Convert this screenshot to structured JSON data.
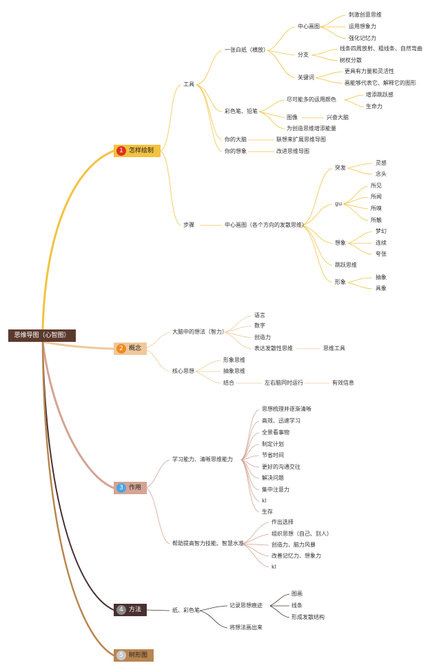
{
  "root": "思维导图（心智图）",
  "branches": [
    {
      "num": "1",
      "label": "怎样绘制",
      "box": "#f3c241",
      "circle": "#e0321e"
    },
    {
      "num": "2",
      "label": "概念",
      "box": "#f0c89a",
      "circle": "#f08a1e"
    },
    {
      "num": "3",
      "label": "作用",
      "box": "#d4a494",
      "circle": "#4aa6e0"
    },
    {
      "num": "4",
      "label": "方法",
      "box": "#4a3030",
      "circle": "#8a8a8a"
    },
    {
      "num": "5",
      "label": "树形图",
      "box": "#b98550",
      "circle": "#c8c8c8"
    }
  ],
  "b1": {
    "tool": "工具",
    "paper": "一张白纸（横放）",
    "center": "中心画图",
    "c1": "刺激创意思维",
    "c2": "运用想象力",
    "c3": "强化记忆力",
    "branch": "分支",
    "br1": "线条四周放射、粗线条、自然弯曲",
    "br2": "树杈分散",
    "keyword": "关键词",
    "k1": "更具有力量和灵活性",
    "k2": "画能够代表它、解释它的图形",
    "pen": "彩色笔、铅笔",
    "color": "尽可能多的运用颜色",
    "col1": "增添跳跃感",
    "col2": "生命力",
    "image": "图像",
    "excite": "兴奋大脑",
    "add": "为创造思维增添能量",
    "brain": "你的大脑",
    "brainx": "联想来扩展思维导图",
    "imagine": "你的想象",
    "imaginex": "改进思维导图",
    "step": "步骤",
    "stepc": "中心画图（各个方向的发散思维）",
    "burst": "突发",
    "bu1": "灵感",
    "bu2": "念头",
    "gu": "gu",
    "g1": "所见",
    "g2": "所闻",
    "g3": "所嗅",
    "g4": "所触",
    "thinkimg": "想象",
    "t1": "梦幻",
    "t2": "连续",
    "t3": "夸张",
    "jump": "跳跃思维",
    "shape": "形象",
    "s1": "抽象",
    "s2": "具象"
  },
  "b2": {
    "idea": "大脑中的想法（智力）",
    "i1": "语言",
    "i2": "数字",
    "i3": "创造力",
    "i4": "表达发散性思维",
    "i4x": "思维工具",
    "core": "核心思想",
    "co1": "形象思维",
    "co2": "抽象思维",
    "co3": "结合",
    "co3a": "左右脑同时运行",
    "co3b": "有效信息"
  },
  "b3": {
    "learn": "学习能力、清晰思维能力",
    "l1": "思想梳理并逐渐清晰",
    "l2": "高效、迅速学习",
    "l3": "全景看事物",
    "l4": "制定计划",
    "l5": "节省时间",
    "l6": "更好的沟通交往",
    "l7": "解决问题",
    "l8": "集中注意力",
    "l9": "kl",
    "l10": "生存",
    "help": "帮助提高智力技能、智慧水准",
    "h1": "作出选择",
    "h2": "组织思想（自己、别人）",
    "h3": "创造力、脑力风暴",
    "h4": "改善记忆力、想象力",
    "h5": "kl"
  },
  "b4": {
    "tool": "纸、彩色笔",
    "record": "记录思想痕迹",
    "r1": "图画",
    "r2": "线条",
    "r3": "形成发散结构",
    "draw": "将想法画出来"
  }
}
